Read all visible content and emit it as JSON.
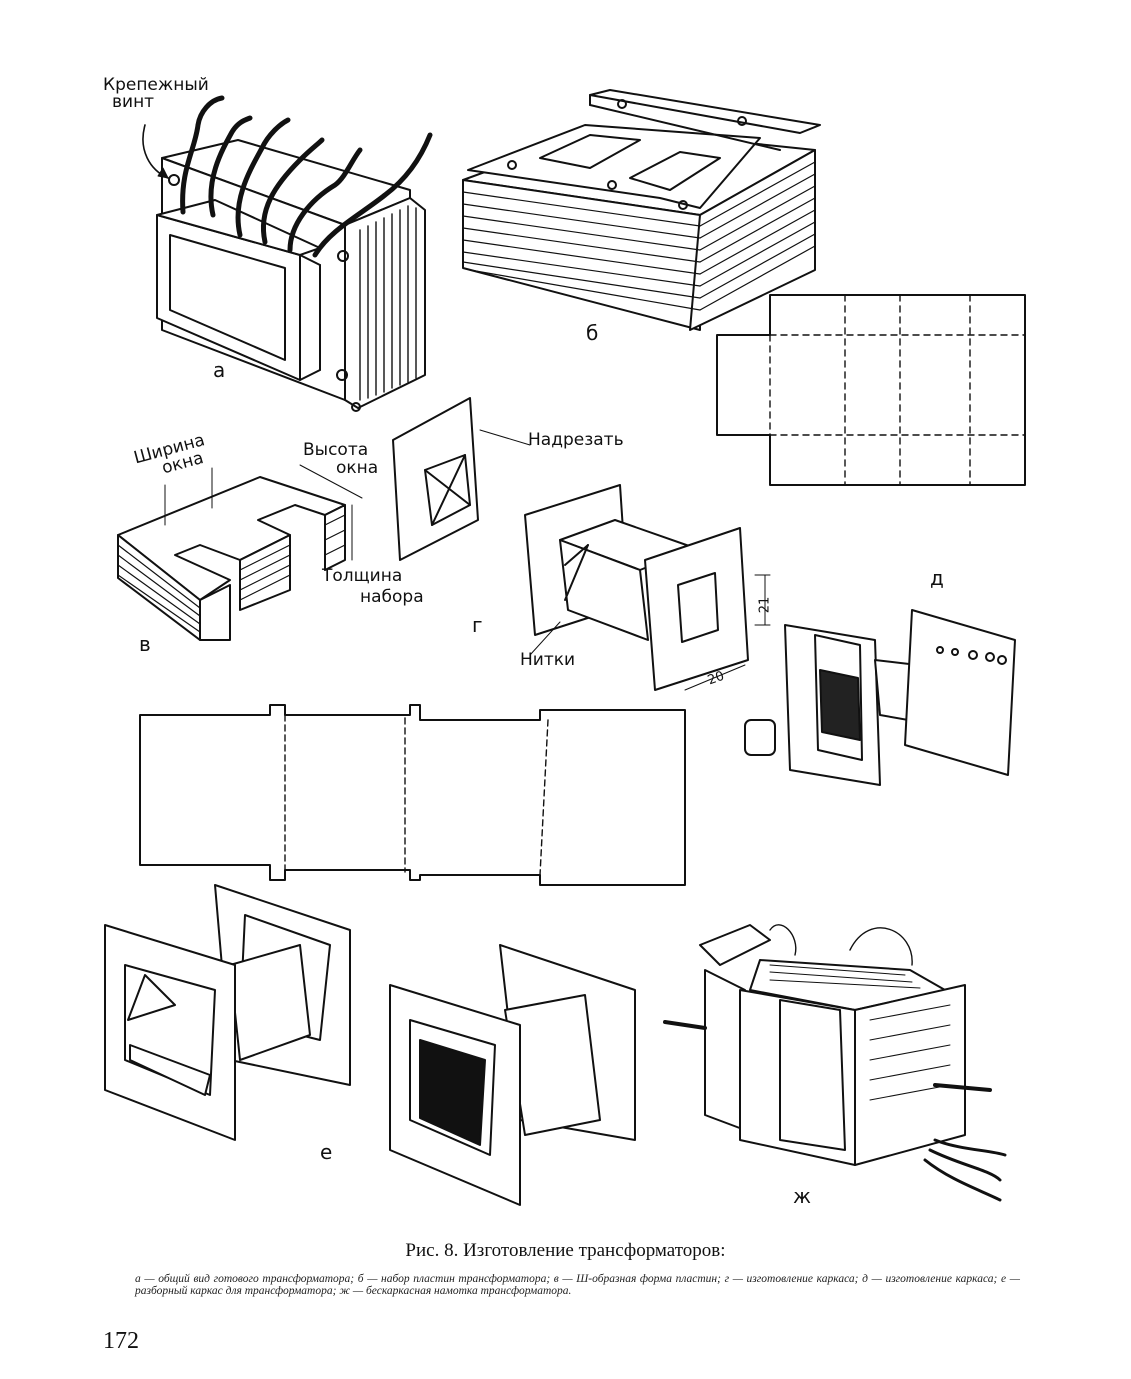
{
  "figure": {
    "caption_title": "Рис. 8. Изготовление трансформаторов:",
    "caption_legend": "а — общий вид готового трансформатора; б — набор пластин трансформатора; в — Ш-образная форма пластин; г — изготовление каркаса; д — изготовление каркаса; е — разборный каркас для трансформатора; ж — бескаркасная намотка трансформатора.",
    "page_number": "172"
  },
  "panels": {
    "a": {
      "letter": "а",
      "label_line1": "Крепежный",
      "label_line2": "винт"
    },
    "b": {
      "letter": "б"
    },
    "v": {
      "letter": "в",
      "width_line1": "Ширина",
      "width_line2": "окна",
      "height_line1": "Высота",
      "height_line2": "окна",
      "thick_line1": "Толщина",
      "thick_line2": "набора"
    },
    "g": {
      "letter": "г",
      "cut_label": "Надрезать",
      "threads_label": "Нитки",
      "dim_21": "21",
      "dim_20": "20"
    },
    "d": {
      "letter": "д"
    },
    "e": {
      "letter": "е"
    },
    "zh": {
      "letter": "ж"
    }
  },
  "colors": {
    "ink": "#111111",
    "paper": "#ffffff"
  }
}
